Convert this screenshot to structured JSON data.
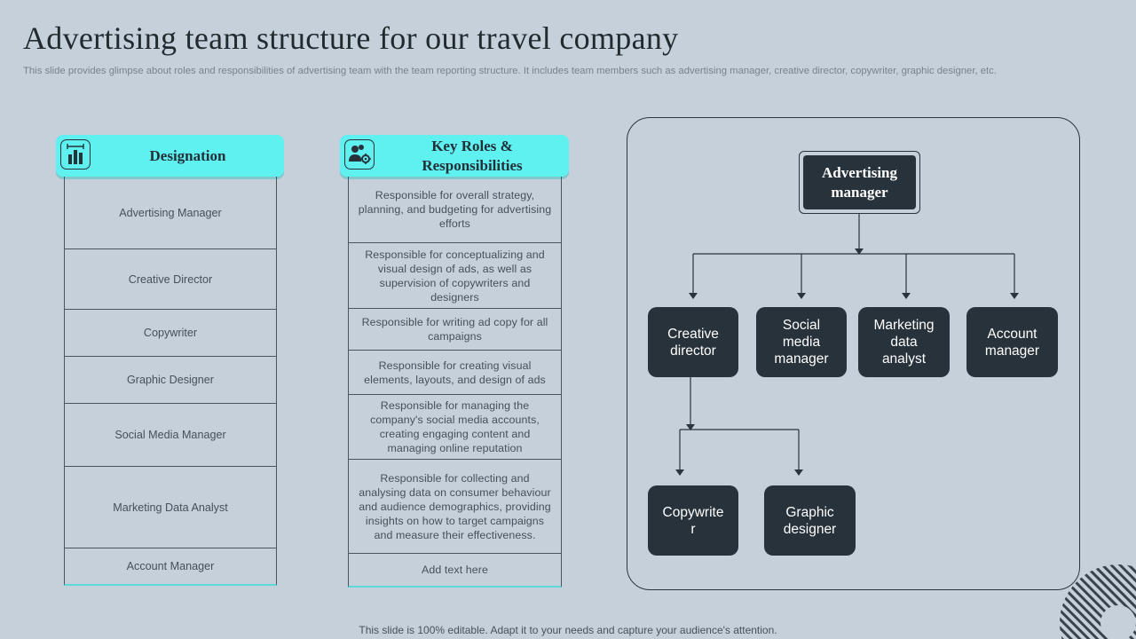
{
  "title": "Advertising team structure for our travel company",
  "subtitle": "This slide provides glimpse about roles and responsibilities of advertising team with the team reporting structure. It includes team members such as advertising manager, creative director, copywriter, graphic designer, etc.",
  "designation": {
    "header": "Designation",
    "icon": "chart-icon",
    "items": [
      "Advertising Manager",
      "Creative Director",
      "Copywriter",
      "Graphic Designer",
      "Social Media Manager",
      "Marketing Data Analyst",
      "Account Manager"
    ]
  },
  "roles": {
    "header": "Key Roles & Responsibilities",
    "icon": "team-gear-icon",
    "items": [
      "Responsible for overall strategy, planning, and budgeting for advertising efforts",
      "Responsible for conceptualizing and visual design of ads, as well as supervision of copywriters and designers",
      "Responsible for writing ad copy for all campaigns",
      "Responsible for creating visual elements, layouts, and design of ads",
      "Responsible for managing the company's social media accounts, creating engaging content and managing online reputation",
      "Responsible for collecting and analysing data on consumer behaviour and audience demographics, providing insights on how to target campaigns and measure their effectiveness.",
      "Add text here"
    ]
  },
  "org_chart": {
    "top": "Advertising manager",
    "level2": [
      "Creative director",
      "Social media manager",
      "Marketing data analyst",
      "Account manager"
    ],
    "level3": [
      "Copywrite r",
      "Graphic designer"
    ]
  },
  "footer": "This slide is 100% editable. Adapt it to your needs and capture your audience's attention.",
  "colors": {
    "background": "#c6d0da",
    "accent": "#5ff0f0",
    "node": "#27323b"
  }
}
